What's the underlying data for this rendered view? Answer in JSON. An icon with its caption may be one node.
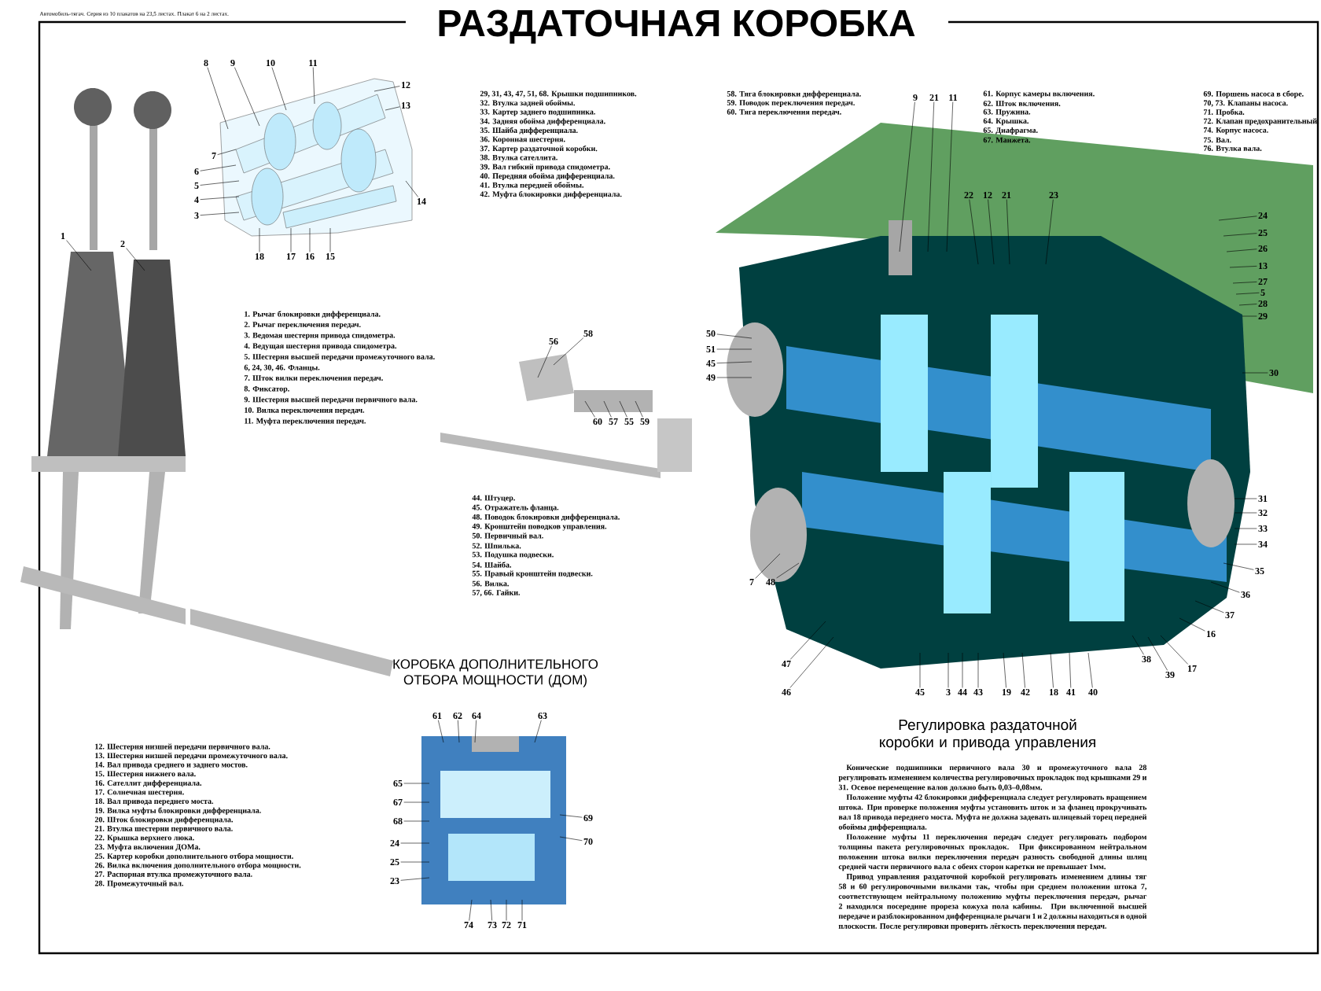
{
  "diagram": {
    "title": "РАЗДАТОЧНАЯ КОРОБКА",
    "nodes": [
      {
        "text": [
          "8"
        ]
      },
      {
        "text": [
          "9"
        ]
      },
      {
        "text": [
          "10"
        ]
      },
      {
        "text": [
          "11"
        ]
      },
      {
        "text": [
          "12"
        ]
      },
      {
        "text": [
          "13"
        ]
      },
      {
        "text": [
          "7"
        ]
      },
      {
        "text": [
          "6"
        ]
      },
      {
        "text": [
          "5"
        ]
      },
      {
        "text": [
          "4"
        ]
      },
      {
        "text": [
          "3"
        ]
      },
      {
        "text": [
          "14"
        ]
      },
      {
        "text": [
          "18"
        ]
      },
      {
        "text": [
          "17"
        ]
      },
      {
        "text": [
          "16"
        ]
      },
      {
        "text": [
          "15"
        ]
      },
      {
        "text": [
          "1"
        ]
      },
      {
        "text": [
          "2"
        ]
      },
      {
        "text": [
          "58"
        ]
      },
      {
        "text": [
          "56"
        ]
      },
      {
        "text": [
          "60"
        ]
      },
      {
        "text": [
          "57"
        ]
      },
      {
        "text": [
          "55"
        ]
      },
      {
        "text": [
          "59"
        ]
      },
      {
        "text": [
          "9"
        ]
      },
      {
        "text": [
          "21"
        ]
      },
      {
        "text": [
          "11"
        ]
      },
      {
        "text": [
          "22"
        ]
      },
      {
        "text": [
          "12"
        ]
      },
      {
        "text": [
          "21"
        ]
      },
      {
        "text": [
          "23"
        ]
      },
      {
        "text": [
          "24"
        ]
      },
      {
        "text": [
          "25"
        ]
      },
      {
        "text": [
          "26"
        ]
      },
      {
        "text": [
          "13"
        ]
      },
      {
        "text": [
          "27"
        ]
      },
      {
        "text": [
          "5"
        ]
      },
      {
        "text": [
          "28"
        ]
      },
      {
        "text": [
          "29"
        ]
      },
      {
        "text": [
          "30"
        ]
      },
      {
        "text": [
          "31"
        ]
      },
      {
        "text": [
          "32"
        ]
      },
      {
        "text": [
          "33"
        ]
      },
      {
        "text": [
          "34"
        ]
      },
      {
        "text": [
          "35"
        ]
      },
      {
        "text": [
          "36"
        ]
      },
      {
        "text": [
          "37"
        ]
      },
      {
        "text": [
          "16"
        ]
      },
      {
        "text": [
          "17"
        ]
      },
      {
        "text": [
          "39"
        ]
      },
      {
        "text": [
          "38"
        ]
      },
      {
        "text": [
          "45"
        ]
      },
      {
        "text": [
          "3"
        ]
      },
      {
        "text": [
          "44"
        ]
      },
      {
        "text": [
          "43"
        ]
      },
      {
        "text": [
          "19"
        ]
      },
      {
        "text": [
          "42"
        ]
      },
      {
        "text": [
          "18"
        ]
      },
      {
        "text": [
          "41"
        ]
      },
      {
        "text": [
          "40"
        ]
      },
      {
        "text": [
          "46"
        ]
      },
      {
        "text": [
          "47"
        ]
      },
      {
        "text": [
          "48"
        ]
      },
      {
        "text": [
          "7"
        ]
      },
      {
        "text": [
          "50"
        ]
      },
      {
        "text": [
          "51"
        ]
      },
      {
        "text": [
          "45"
        ]
      },
      {
        "text": [
          "49"
        ]
      },
      {
        "text": [
          "61"
        ]
      },
      {
        "text": [
          "62"
        ]
      },
      {
        "text": [
          "64"
        ]
      },
      {
        "text": [
          "63"
        ]
      },
      {
        "text": [
          "65"
        ]
      },
      {
        "text": [
          "67"
        ]
      },
      {
        "text": [
          "68"
        ]
      },
      {
        "text": [
          "24"
        ]
      },
      {
        "text": [
          "25"
        ]
      },
      {
        "text": [
          "23"
        ]
      },
      {
        "text": [
          "74"
        ]
      },
      {
        "text": [
          "73"
        ]
      },
      {
        "text": [
          "72"
        ]
      },
      {
        "text": [
          "71"
        ]
      },
      {
        "text": [
          "69"
        ]
      },
      {
        "text": [
          "70"
        ]
      },
      {
        "text": [],
        "shape": "picture"
      },
      {
        "text": [],
        "shape": "picture"
      },
      {
        "text": [],
        "shape": "picture"
      },
      {
        "text": [],
        "shape": "picture"
      },
      {
        "text": [],
        "shape": "picture"
      }
    ],
    "edges": [
      {
        "from": 0,
        "to": 85,
        "arrow": "none"
      },
      {
        "from": 1,
        "to": 85,
        "arrow": "none"
      },
      {
        "from": 2,
        "to": 85,
        "arrow": "none"
      },
      {
        "from": 3,
        "to": 85,
        "arrow": "none"
      },
      {
        "from": 4,
        "to": 85,
        "arrow": "none"
      },
      {
        "from": 5,
        "to": 85,
        "arrow": "none"
      },
      {
        "from": 6,
        "to": 85,
        "arrow": "none"
      },
      {
        "from": 7,
        "to": 85,
        "arrow": "none"
      },
      {
        "from": 8,
        "to": 85,
        "arrow": "none"
      },
      {
        "from": 9,
        "to": 85,
        "arrow": "none"
      },
      {
        "from": 10,
        "to": 85,
        "arrow": "none"
      },
      {
        "from": 11,
        "to": 85,
        "arrow": "none"
      },
      {
        "from": 12,
        "to": 85,
        "arrow": "none"
      },
      {
        "from": 13,
        "to": 85,
        "arrow": "none"
      },
      {
        "from": 14,
        "to": 85,
        "arrow": "none"
      },
      {
        "from": 15,
        "to": 85,
        "arrow": "none"
      },
      {
        "from": 16,
        "to": 84,
        "arrow": "none"
      },
      {
        "from": 17,
        "to": 84,
        "arrow": "none"
      },
      {
        "from": 18,
        "to": 86,
        "arrow": "none"
      },
      {
        "from": 19,
        "to": 86,
        "arrow": "none"
      },
      {
        "from": 20,
        "to": 86,
        "arrow": "none"
      },
      {
        "from": 21,
        "to": 86,
        "arrow": "none"
      },
      {
        "from": 22,
        "to": 86,
        "arrow": "none"
      },
      {
        "from": 23,
        "to": 86,
        "arrow": "none"
      },
      {
        "from": 24,
        "to": 87,
        "arrow": "none"
      },
      {
        "from": 25,
        "to": 87,
        "arrow": "none"
      },
      {
        "from": 26,
        "to": 87,
        "arrow": "none"
      },
      {
        "from": 27,
        "to": 87,
        "arrow": "none"
      },
      {
        "from": 28,
        "to": 87,
        "arrow": "none"
      },
      {
        "from": 29,
        "to": 87,
        "arrow": "none"
      },
      {
        "from": 30,
        "to": 87,
        "arrow": "none"
      },
      {
        "from": 31,
        "to": 87,
        "arrow": "none"
      },
      {
        "from": 32,
        "to": 87,
        "arrow": "none"
      },
      {
        "from": 33,
        "to": 87,
        "arrow": "none"
      },
      {
        "from": 34,
        "to": 87,
        "arrow": "none"
      },
      {
        "from": 35,
        "to": 87,
        "arrow": "none"
      },
      {
        "from": 36,
        "to": 87,
        "arrow": "none"
      },
      {
        "from": 37,
        "to": 87,
        "arrow": "none"
      },
      {
        "from": 38,
        "to": 87,
        "arrow": "none"
      },
      {
        "from": 39,
        "to": 87,
        "arrow": "none"
      },
      {
        "from": 40,
        "to": 87,
        "arrow": "none"
      },
      {
        "from": 41,
        "to": 87,
        "arrow": "none"
      },
      {
        "from": 42,
        "to": 87,
        "arrow": "none"
      },
      {
        "from": 43,
        "to": 87,
        "arrow": "none"
      },
      {
        "from": 44,
        "to": 87,
        "arrow": "none"
      },
      {
        "from": 45,
        "to": 87,
        "arrow": "none"
      },
      {
        "from": 46,
        "to": 87,
        "arrow": "none"
      },
      {
        "from": 47,
        "to": 87,
        "arrow": "none"
      },
      {
        "from": 48,
        "to": 87,
        "arrow": "none"
      },
      {
        "from": 49,
        "to": 87,
        "arrow": "none"
      },
      {
        "from": 50,
        "to": 87,
        "arrow": "none"
      },
      {
        "from": 51,
        "to": 87,
        "arrow": "none"
      },
      {
        "from": 52,
        "to": 87,
        "arrow": "none"
      },
      {
        "from": 53,
        "to": 87,
        "arrow": "none"
      },
      {
        "from": 54,
        "to": 87,
        "arrow": "none"
      },
      {
        "from": 55,
        "to": 87,
        "arrow": "none"
      },
      {
        "from": 56,
        "to": 87,
        "arrow": "none"
      },
      {
        "from": 57,
        "to": 87,
        "arrow": "none"
      },
      {
        "from": 58,
        "to": 87,
        "arrow": "none"
      },
      {
        "from": 59,
        "to": 87,
        "arrow": "none"
      },
      {
        "from": 60,
        "to": 87,
        "arrow": "none"
      },
      {
        "from": 61,
        "to": 87,
        "arrow": "none"
      },
      {
        "from": 62,
        "to": 87,
        "arrow": "none"
      },
      {
        "from": 63,
        "to": 87,
        "arrow": "none"
      },
      {
        "from": 64,
        "to": 87,
        "arrow": "none"
      },
      {
        "from": 65,
        "to": 87,
        "arrow": "none"
      },
      {
        "from": 66,
        "to": 87,
        "arrow": "none"
      },
      {
        "from": 67,
        "to": 87,
        "arrow": "none"
      },
      {
        "from": 68,
        "to": 88,
        "arrow": "none"
      },
      {
        "from": 69,
        "to": 88,
        "arrow": "none"
      },
      {
        "from": 70,
        "to": 88,
        "arrow": "none"
      },
      {
        "from": 71,
        "to": 88,
        "arrow": "none"
      },
      {
        "from": 72,
        "to": 88,
        "arrow": "none"
      },
      {
        "from": 73,
        "to": 88,
        "arrow": "none"
      },
      {
        "from": 74,
        "to": 88,
        "arrow": "none"
      },
      {
        "from": 75,
        "to": 88,
        "arrow": "none"
      },
      {
        "from": 76,
        "to": 88,
        "arrow": "none"
      },
      {
        "from": 77,
        "to": 88,
        "arrow": "none"
      },
      {
        "from": 78,
        "to": 88,
        "arrow": "none"
      },
      {
        "from": 79,
        "to": 88,
        "arrow": "none"
      },
      {
        "from": 80,
        "to": 88,
        "arrow": "none"
      },
      {
        "from": 81,
        "to": 88,
        "arrow": "none"
      },
      {
        "from": 82,
        "to": 88,
        "arrow": "none"
      },
      {
        "from": 83,
        "to": 88,
        "arrow": "none"
      }
    ],
    "labels": [
      "Автомобиль-тягач. Серия из 10 плакатов на 23,5 листах. Плакат 6 на 2 листах.",
      "29, 31, 43, 47, 51, 68. Крышки подшипников.",
      "32. Втулка задней обоймы.",
      "33. Картер заднего подшипника.",
      "34. Задняя обойма дифференциала.",
      "35. Шайба дифференциала.",
      "36. Коронная шестерня.",
      "37. Картер раздаточной коробки.",
      "38. Втулка сателлита.",
      "39. Вал гибкий привода спидометра.",
      "40. Передняя обойма дифференциала.",
      "41. Втулка передней обоймы.",
      "42. Муфта блокировки дифференциала.",
      "58. Тяга блокировки дифференциала.",
      "59. Поводок переключения передач.",
      "60. Тяга переключения передач.",
      "61. Корпус камеры включения.",
      "62. Шток включения.",
      "63. Пружина.",
      "64. Крышка.",
      "65. Диафрагма.",
      "67. Манжета.",
      "69. Поршень насоса в сборе.",
      "70, 73. Клапаны насоса.",
      "71. Пробка.",
      "72. Клапан предохранительный.",
      "74. Корпус насоса.",
      "75. Вал.",
      "76. Втулка вала.",
      "1. Рычаг блокировки дифференциала.",
      "2. Рычаг переключения передач.",
      "3. Ведомая шестерня привода спидометра.",
      "4. Ведущая шестерня привода спидометра.",
      "5. Шестерня высшей передачи промежуточного вала.",
      "6, 24, 30, 46. Фланцы.",
      "7. Шток вилки переключения передач.",
      "8. Фиксатор.",
      "9. Шестерня высшей передачи первичного вала.",
      "10. Вилка переключения передач.",
      "11. Муфта переключения передач.",
      "44. Штуцер.",
      "45. Отражатель фланца.",
      "48. Поводок блокировки дифференциала.",
      "49. Кронштейн поводков управления.",
      "50. Первичный вал.",
      "52. Шпилька.",
      "53. Подушка подвески.",
      "54. Шайба.",
      "55. Правый кронштейн подвески.",
      "56. Вилка.",
      "57, 66. Гайки.",
      "КОРОБКА ДОПОЛНИТЕЛЬНОГО ОТБОРА МОЩНОСТИ (ДОМ)",
      "12. Шестерня низшей передачи первичного вала.",
      "13. Шестерня низшей передачи промежуточного вала.",
      "14. Вал привода среднего и заднего мостов.",
      "15. Шестерня нижнего вала.",
      "16. Сателлит дифференциала.",
      "17. Солнечная шестерня.",
      "18. Вал привода переднего моста.",
      "19. Вилка муфты блокировки дифференциала.",
      "20. Шток блокировки дифференциала.",
      "21. Втулка шестерни первичного вала.",
      "22. Крышка верхнего люка.",
      "23. Муфта включения ДОМа.",
      "25. Картер коробки дополнительного отбора мощности.",
      "26. Вилка включения дополнительного отбора мощности.",
      "27. Распорная втулка промежуточного вала.",
      "28. Промежуточный вал.",
      "Регулировка раздаточной коробки и привода управления",
      "Конические подшипники первичного вала 30 и промежуточного вала 28 регулировать изменением количества регулировочных прокладок под крышками 29 и 31. Осевое перемещение валов должно быть 0,03–0,08мм.",
      "Положение муфты 42 блокировки дифференциала следует регулировать вращением штока. При проверке положения муфты установить шток и за фланец прокручивать вал 18 привода переднего моста. Муфта не должна задевать шлицевый торец передней обоймы дифференциала.",
      "Положение муфты 11 переключения передач следует регулировать подбором толщины пакета регулировочных прокладок. При фиксированном нейтральном положении штока вилки переключения передач разность свободной длины шлиц средней части первичного вала с обеих сторон каретки не превышает 1мм.",
      "Привод управления раздаточной коробкой регулировать изменением длины тяг 58 и 60 регулировочными вилками так, чтобы при среднем положении штока 7, соответствующем нейтральному положению муфты переключения передач, рычаг 2 находился посередине прореза кожуха пола кабины. При включенной высшей передаче и разблокированном дифференциале рычаги 1 и 2 должны находиться в одной плоскости. После регулировки проверить лёгкость переключения передач."
    ]
  }
}
